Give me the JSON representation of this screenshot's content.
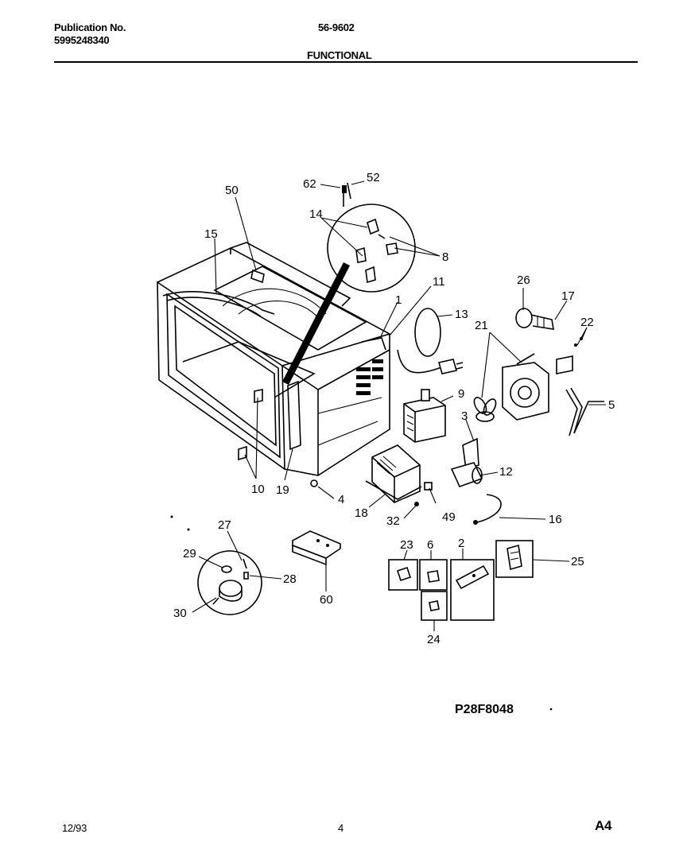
{
  "header": {
    "publication_label": "Publication No.",
    "publication_number": "5995248340",
    "model": "56-9602",
    "section": "FUNCTIONAL"
  },
  "footer": {
    "date": "12/93",
    "page": "4",
    "sheet": "A4"
  },
  "diagram_id": "P28F8048",
  "part_labels": {
    "p50": "50",
    "p62": "62",
    "p52": "52",
    "p14": "14",
    "p15": "15",
    "p8": "8",
    "p11": "11",
    "p1": "1",
    "p13": "13",
    "p26": "26",
    "p17": "17",
    "p21": "21",
    "p22": "22",
    "p9": "9",
    "p5": "5",
    "p3": "3",
    "p10": "10",
    "p19": "19",
    "p4": "4",
    "p12": "12",
    "p18": "18",
    "p32": "32",
    "p49": "49",
    "p16": "16",
    "p27": "27",
    "p29": "29",
    "p28": "28",
    "p30": "30",
    "p60": "60",
    "p23": "23",
    "p6": "6",
    "p2": "2",
    "p25": "25",
    "p24": "24"
  }
}
